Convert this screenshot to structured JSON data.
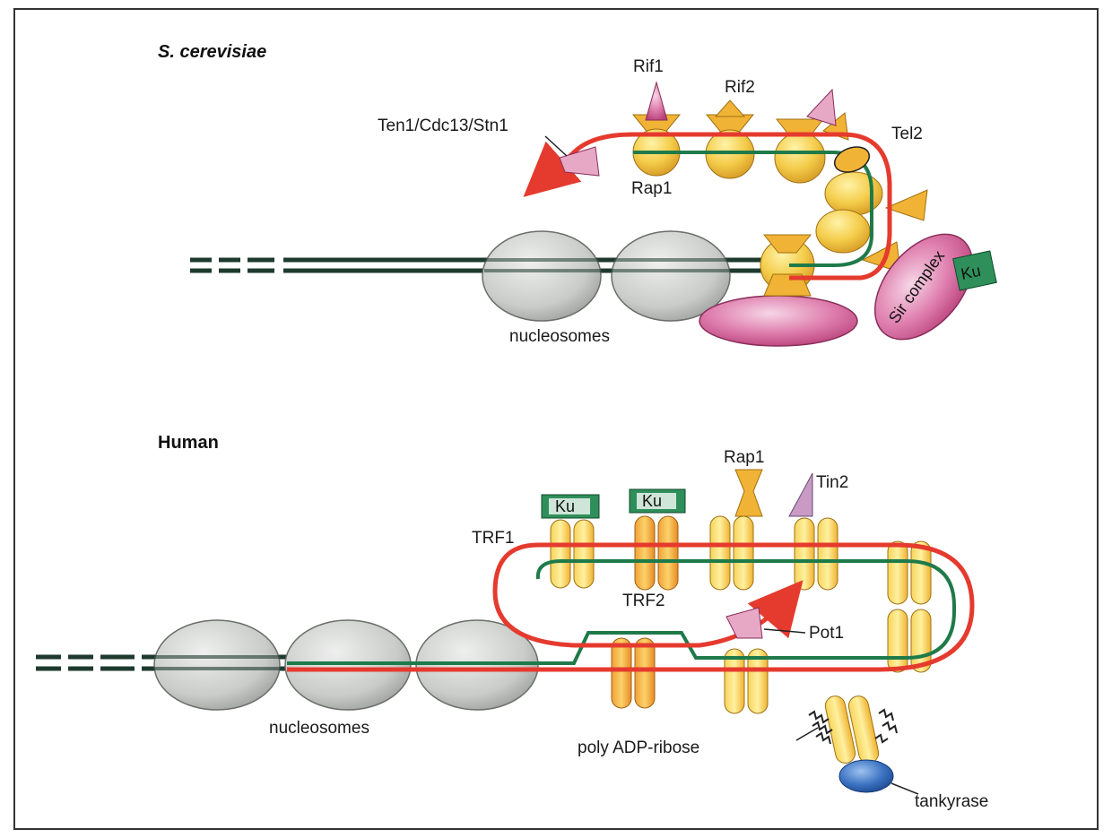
{
  "panels": {
    "yeast": {
      "title": "S. cerevisiae",
      "labels": {
        "rif1": "Rif1",
        "rif2": "Rif2",
        "ten1": "Ten1/Cdc13/Stn1",
        "tel2": "Tel2",
        "rap1": "Rap1",
        "nucleosomes": "nucleosomes",
        "sir": "Sir complex",
        "ku": "Ku"
      }
    },
    "human": {
      "title": "Human",
      "labels": {
        "ku1": "Ku",
        "ku2": "Ku",
        "rap1": "Rap1",
        "tin2": "Tin2",
        "trf1": "TRF1",
        "trf2": "TRF2",
        "pot1": "Pot1",
        "nucleosomes": "nucleosomes",
        "polyadp": "poly ADP-ribose",
        "tankyrase": "tankyrase"
      }
    }
  },
  "colors": {
    "telomere_strand": "#e53a2e",
    "dna_strand": "#1f7a4a",
    "dna_dark": "#1e3a2e",
    "protein_yellow": "#f2c84b",
    "protein_orange": "#f0a030",
    "pink": "#d24f8e",
    "pink_light": "#e7a8c6",
    "lilac": "#c89ac4",
    "ku_green": "#2f8f5a",
    "tankyrase_blue": "#2f65b5",
    "nucleosome_gray": "#c9ccc9"
  }
}
